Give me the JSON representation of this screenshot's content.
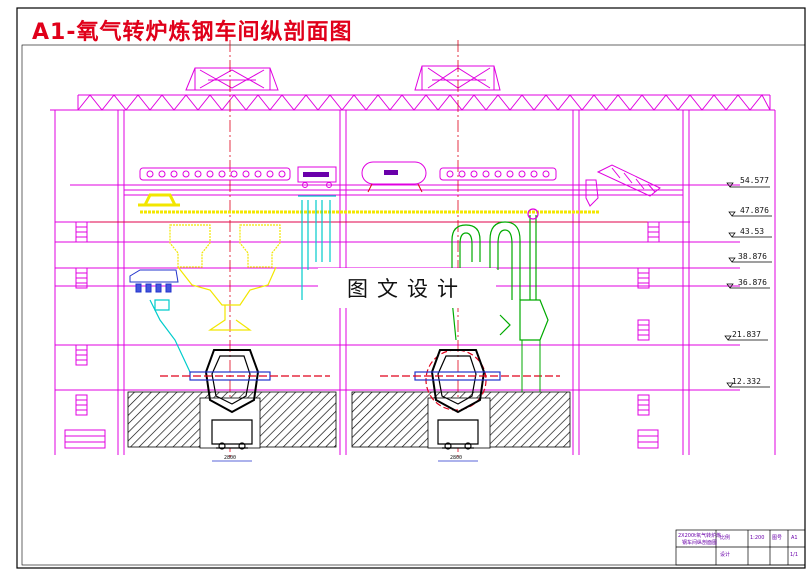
{
  "title": "A1-氧气转炉炼钢车间纵剖面图",
  "watermark": "图文设计",
  "elevations": [
    "54.577",
    "47.876",
    "43.53",
    "38.876",
    "36.876",
    "21.837",
    "12.332"
  ],
  "title_block": {
    "name_line1": "2X200t氧气转炉炼",
    "name_line2": "钢车间纵剖面图",
    "scale_label": "比例",
    "scale_value": "1:200",
    "drawing_no_label": "图号",
    "drawing_no_value": "A1",
    "designer_label": "设计",
    "sheet_value": "1/1"
  },
  "dimensions": [
    "2800",
    "2800"
  ],
  "colors": {
    "building": "#e000e0",
    "frame": "#000000",
    "hatch": "#000000",
    "blue": "#2233cc",
    "yellow": "#f2e600",
    "green": "#00aa00",
    "red": "#e0001a",
    "cyan": "#00cccc",
    "title": "#e0001a"
  }
}
